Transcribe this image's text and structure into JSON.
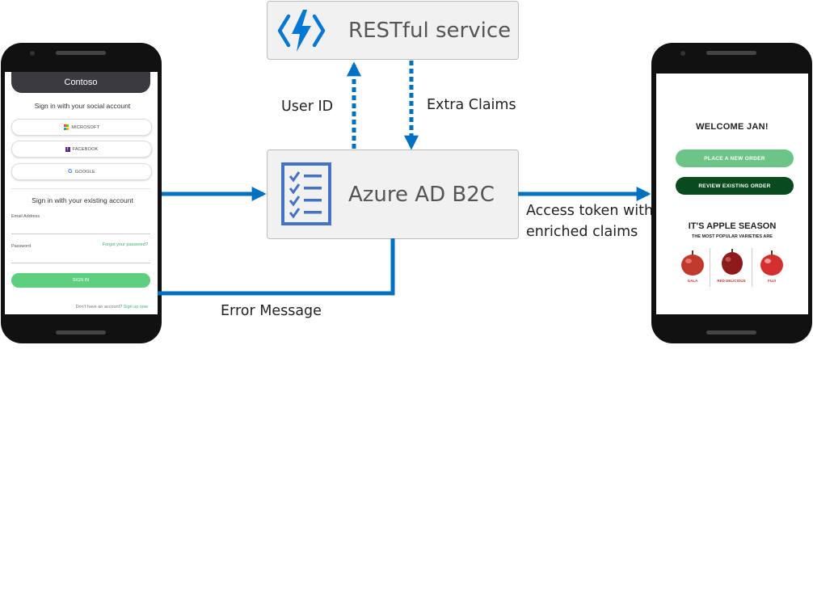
{
  "left_phone": {
    "brand": "Contoso",
    "social_title": "Sign in with your social account",
    "social_buttons": [
      "MICROSOFT",
      "FACEBOOK",
      "GOOGLE"
    ],
    "existing_title": "Sign in with your existing account",
    "email_label": "Email Address",
    "password_label": "Password",
    "forgot_link": "Forgot your password?",
    "signin_button": "SIGN IN",
    "no_account": "Don't have an account?",
    "signup_link": "Sign up now"
  },
  "restful": {
    "label": "RESTful service"
  },
  "b2c": {
    "label": "Azure AD B2C"
  },
  "edges": {
    "user_id": "User ID",
    "extra_claims": "Extra Claims",
    "access_token_line1": "Access token with",
    "access_token_line2": "enriched claims",
    "error_message": "Error Message"
  },
  "right_phone": {
    "welcome": "WELCOME JAN!",
    "place_order": "PLACE A NEW ORDER",
    "review_order": "REVIEW EXISTING ORDER",
    "season_title": "IT'S APPLE SEASON",
    "season_subtitle": "THE MOST POPULAR VARIETIES ARE",
    "apples": [
      "GALA",
      "RED DELICIOUS",
      "FUJI"
    ]
  },
  "colors": {
    "arrow": "#0070c0",
    "box_fill": "#f1f1f1",
    "b2c_icon": "#4472c4",
    "function_icon": "#0078d4",
    "green_light": "#6cc486",
    "green_dark": "#0a4a1f"
  }
}
